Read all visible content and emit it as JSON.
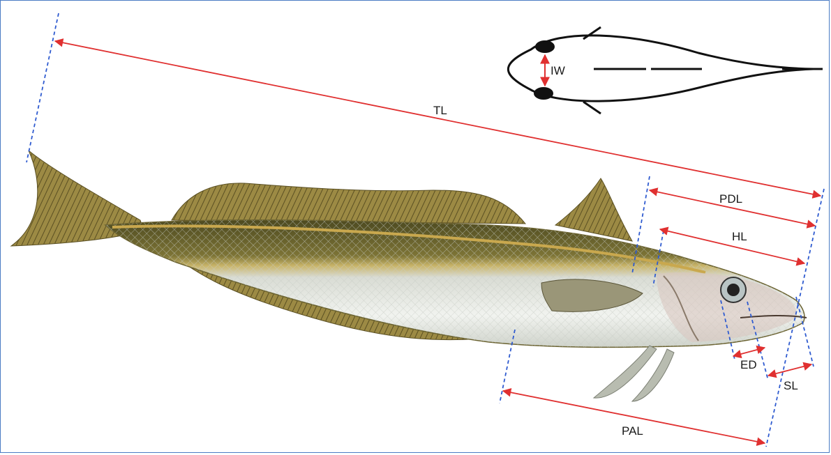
{
  "labels": {
    "iw": "IW",
    "tl": "TL",
    "pdl": "PDL",
    "hl": "HL",
    "ed": "ED",
    "sl": "SL",
    "pal": "PAL"
  },
  "colors": {
    "border": "#4a7bc4",
    "measure_arrow": "#e03030",
    "reference_line": "#2f5bd0",
    "fish_back": "#6f6730",
    "fish_belly": "#e9ece6",
    "fin": "#8a7a3a"
  }
}
